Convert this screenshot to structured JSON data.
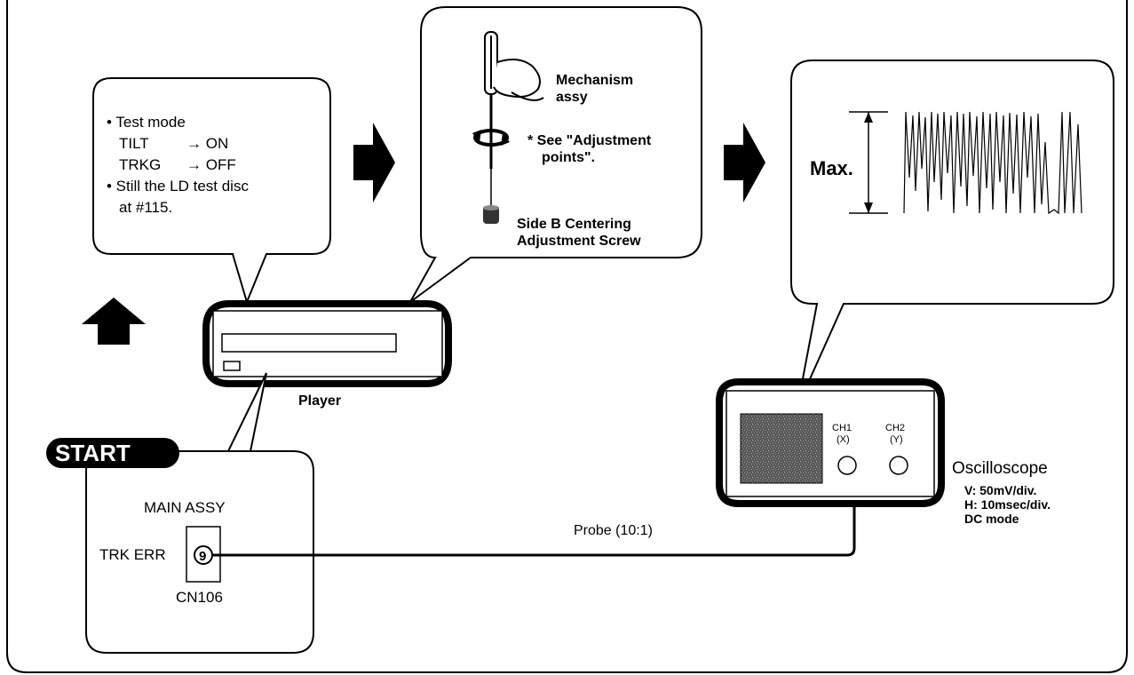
{
  "bubble_test": {
    "line1": "• Test mode",
    "line2": "TILT",
    "line2_val": "→ ON",
    "line3": "TRKG",
    "line3_val": "→ OFF",
    "line4": "• Still the LD test disc",
    "line5": "at #115."
  },
  "bubble_mechanism": {
    "mech_label_1": "Mechanism",
    "mech_label_2": "assy",
    "see_1": "* See \"Adjustment",
    "see_2": "points\".",
    "screw_1": "Side B Centering",
    "screw_2": "Adjustment Screw"
  },
  "bubble_scope": {
    "max_label": "Max."
  },
  "player": {
    "label": "Player"
  },
  "start": {
    "badge": "START",
    "main_assy": "MAIN ASSY",
    "trk_err": "TRK ERR",
    "pin": "9",
    "connector": "CN106"
  },
  "probe": {
    "label": "Probe (10:1)"
  },
  "oscilloscope": {
    "ch1": "CH1",
    "ch1_sub": "(X)",
    "ch2": "CH2",
    "ch2_sub": "(Y)",
    "title": "Oscilloscope",
    "v": "V: 50mV/div.",
    "h": "H: 10msec/div.",
    "mode": "DC mode"
  },
  "icons": [
    "arrow-right-icon",
    "arrow-up-icon",
    "hand-screwdriver-icon",
    "rotate-icon"
  ]
}
